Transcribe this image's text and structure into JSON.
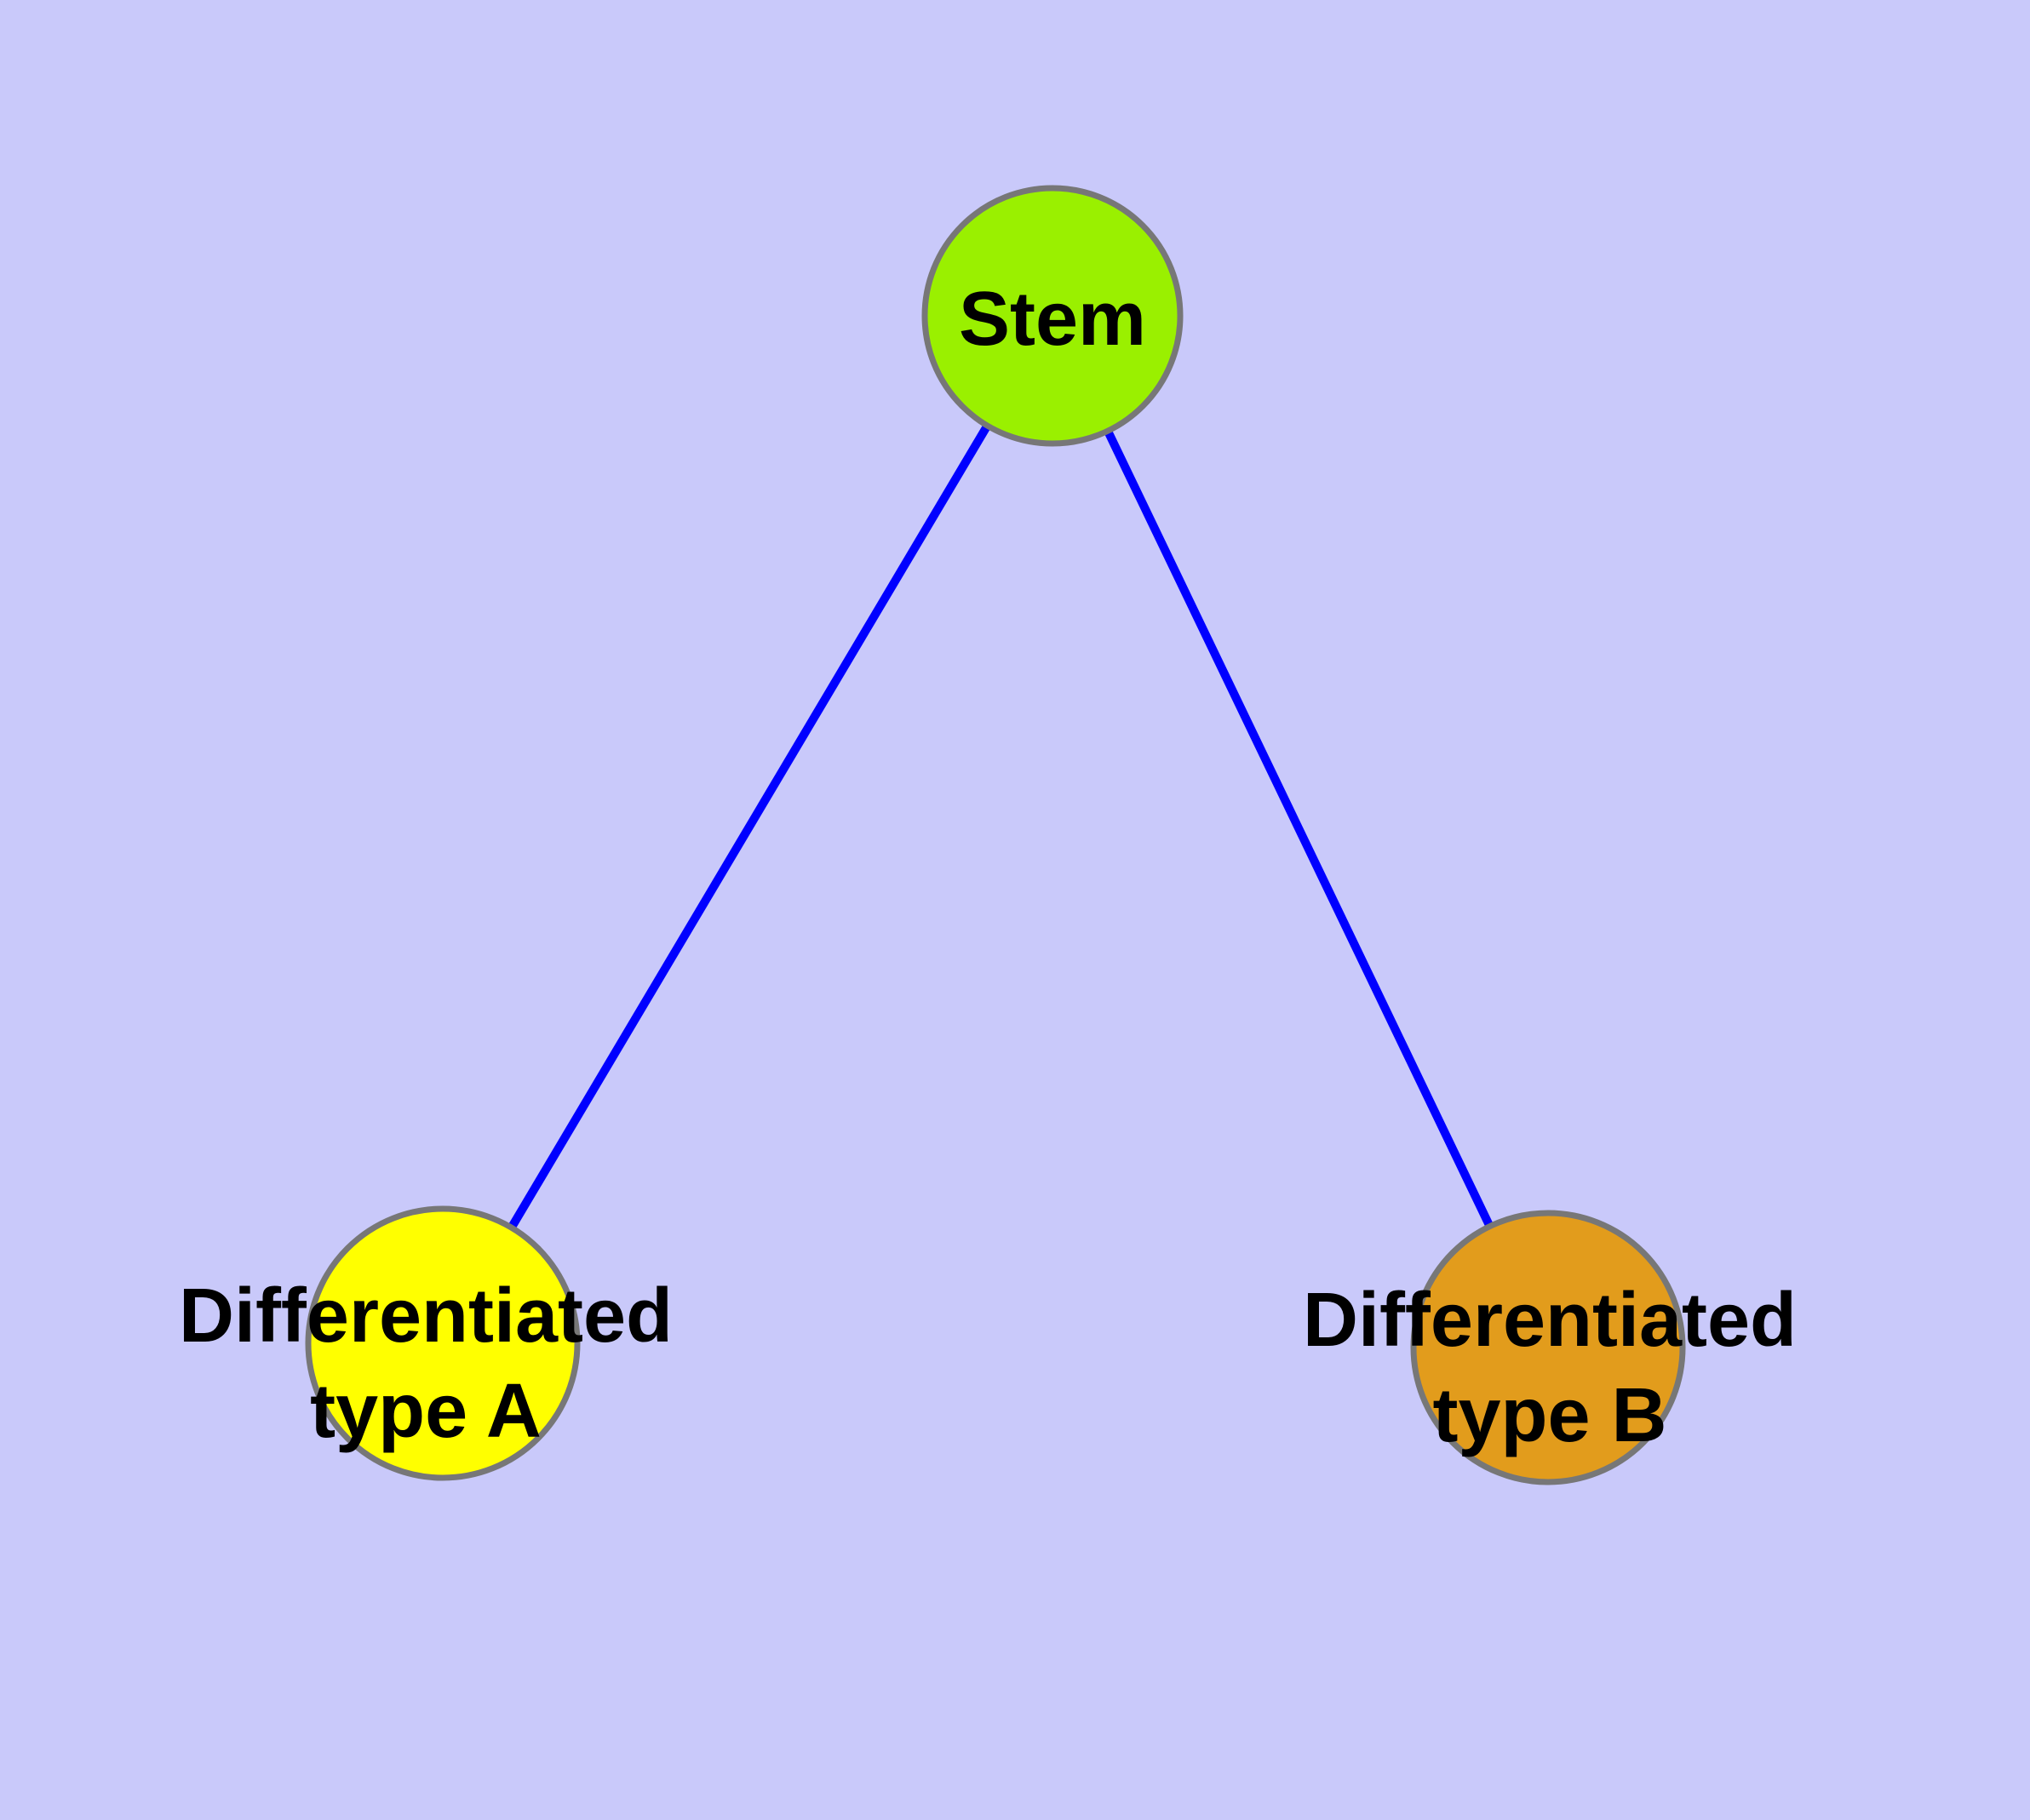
{
  "diagram": {
    "background": "#C9C9FA",
    "edge_color": "#0000FF",
    "node_border_color": "#777777",
    "label_color": "#000000",
    "nodes": {
      "stem": {
        "label": "Stem",
        "fill": "#9AF000"
      },
      "type_a": {
        "label_line1": "Differentiated",
        "label_line2": "type A",
        "fill": "#FFFF00"
      },
      "type_b": {
        "label_line1": "Differentiated",
        "label_line2": "type B",
        "fill": "#E29C1C"
      }
    },
    "edges": [
      {
        "from": "Stem",
        "to": "Differentiated type A"
      },
      {
        "from": "Stem",
        "to": "Differentiated type B"
      }
    ]
  }
}
